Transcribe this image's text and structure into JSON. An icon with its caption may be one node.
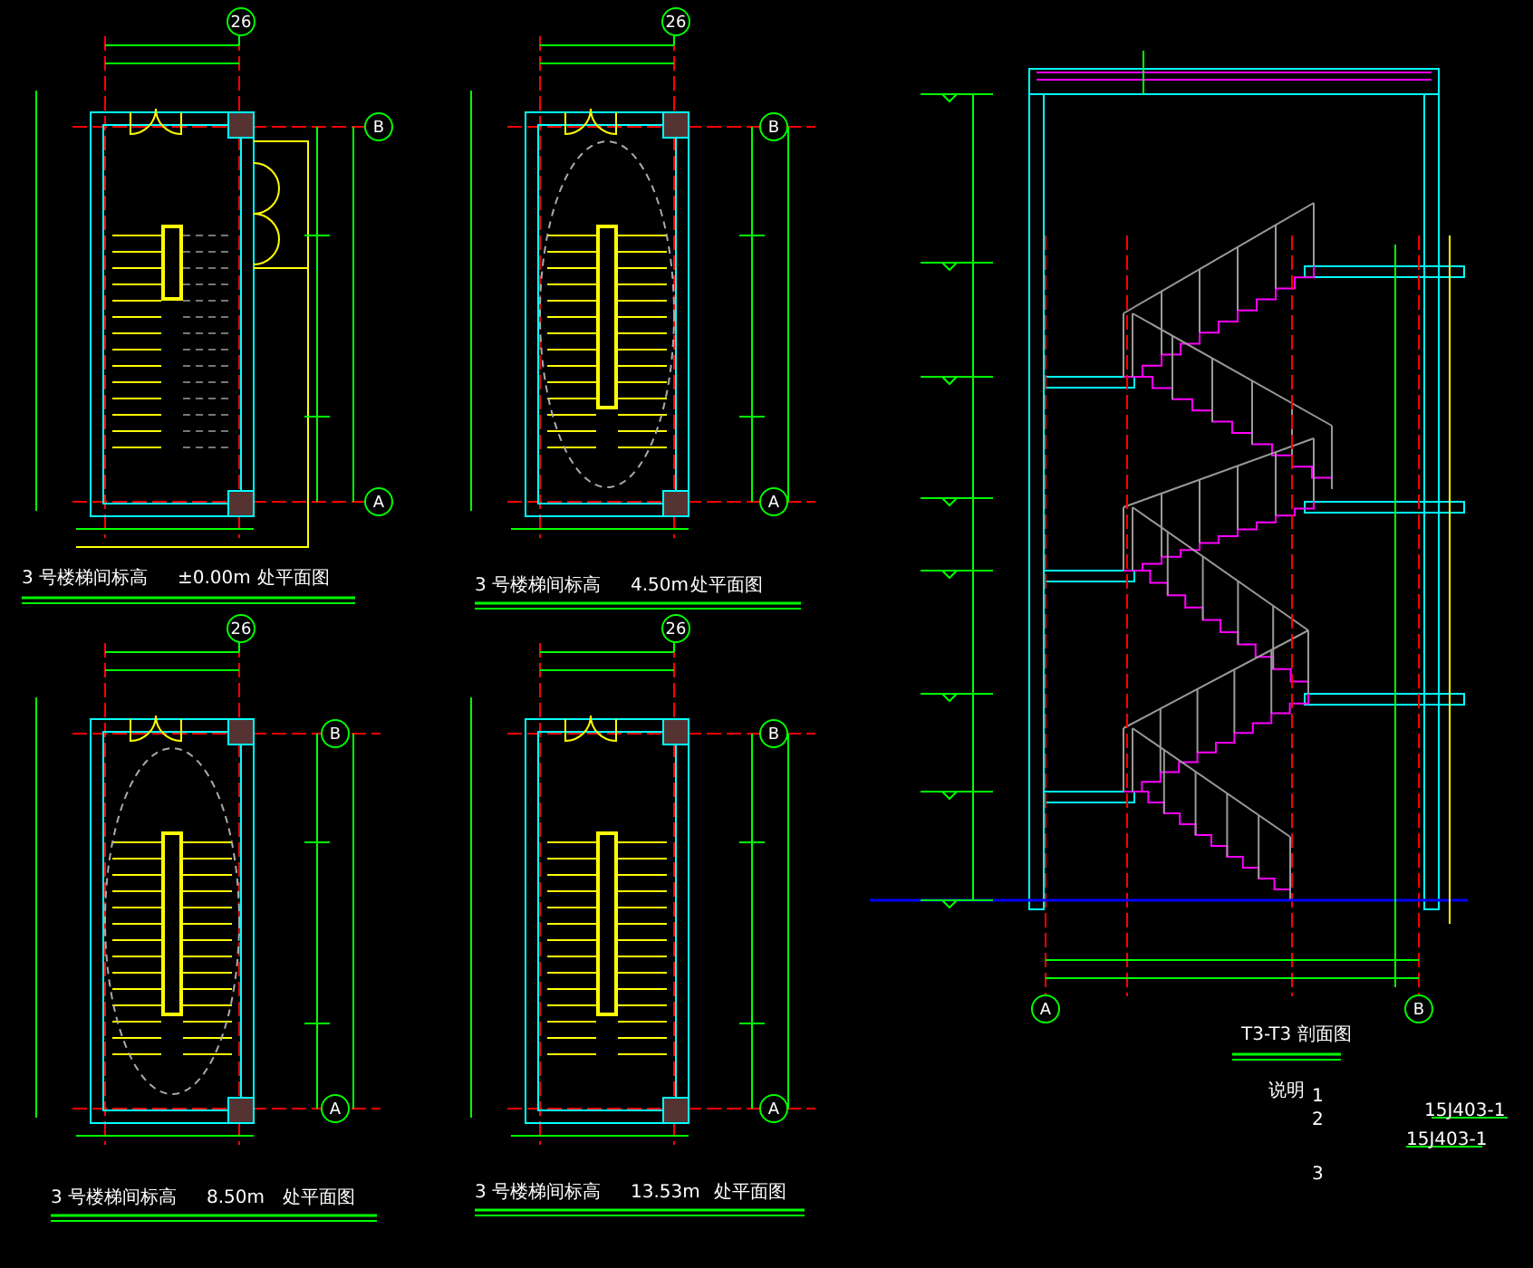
{
  "diagram": {
    "labels": [
      "26",
      "B",
      "A",
      "26",
      "B",
      "A",
      "3 号楼梯间标高",
      "±0.00m",
      "处平面图",
      "3 号楼梯间标高",
      "4.50m",
      "处平面图",
      "26",
      "B",
      "A",
      "26",
      "B",
      "A",
      "3 号楼梯间标高",
      "8.50m",
      "处平面图",
      "3 号楼梯间标高",
      "13.53m",
      "处平面图",
      "A",
      "B",
      "T3-T3 剖面图",
      "说明",
      "1",
      "2",
      "15J403-1",
      "15J403-1",
      "3"
    ]
  }
}
